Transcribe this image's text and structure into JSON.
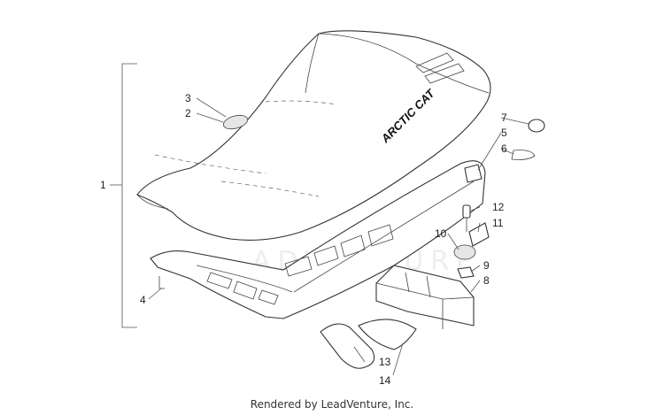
{
  "callouts": {
    "c1": "1",
    "c2": "2",
    "c3": "3",
    "c4": "4",
    "c5": "5",
    "c6": "6",
    "c7": "7",
    "c8": "8",
    "c9": "9",
    "c10": "10",
    "c11": "11",
    "c12": "12",
    "c13": "13",
    "c14": "14"
  },
  "brand_text": "ARCTIC CAT",
  "watermark_text": "ADVENTURE",
  "footer": "Rendered by LeadVenture, Inc."
}
